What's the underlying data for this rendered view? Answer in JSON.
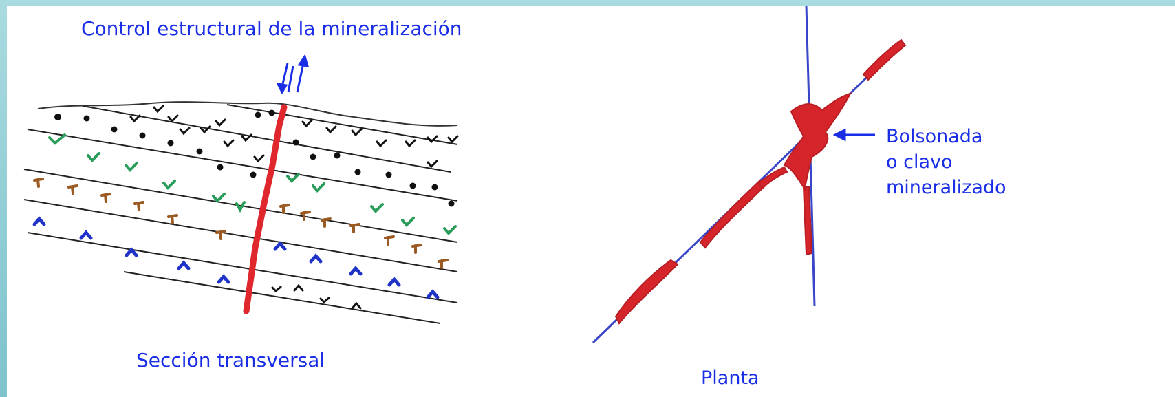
{
  "section": {
    "title": "Control estructural de la mineralización",
    "caption": "Sección transversal"
  },
  "plan": {
    "caption": "Planta",
    "callout": [
      "Bolsonada",
      "o clavo",
      "mineralizado"
    ]
  },
  "colors": {
    "text": "#1a2ee6",
    "ore_vein": "#e0272e",
    "fault_line": "#3a46c8",
    "strata_lines": "#222222",
    "symbols": [
      "#111111",
      "#2a9d5a",
      "#9a5a22",
      "#1f33c9"
    ]
  }
}
